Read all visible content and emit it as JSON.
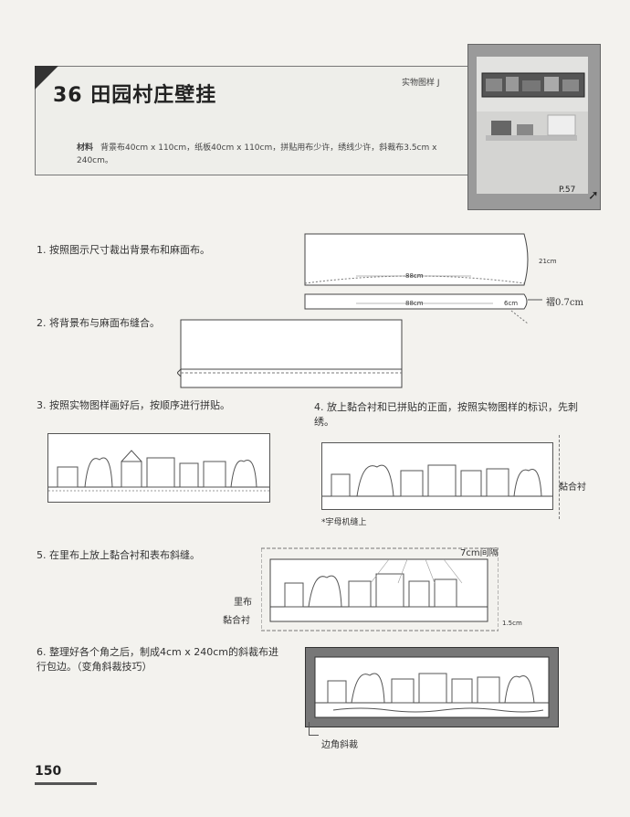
{
  "header": {
    "title": "36 田园村庄壁挂",
    "ref_label": "实物图样 J",
    "materials_label": "材料",
    "materials_text": "背景布40cm x 110cm，纸板40cm x 110cm，拼贴用布少许，绣线少许，斜裁布3.5cm x 240cm。"
  },
  "photo": {
    "page_ref": "P.57"
  },
  "steps": [
    {
      "text": "1. 按照图示尺寸裁出背景布和麻面布。"
    },
    {
      "text": "2. 将背景布与麻面布缝合。"
    },
    {
      "text": "3. 按照实物图样画好后，按顺序进行拼贴。"
    },
    {
      "text": "4. 放上黏合衬和已拼贴的正面，按照实物图样的标识，先刺绣。"
    },
    {
      "text": "5. 在里布上放上黏合衬和表布斜缝。"
    },
    {
      "text": "6. 整理好各个角之后，制成4cm x 240cm的斜裁布进行包边。（变角斜裁技巧）"
    }
  ],
  "diagram1": {
    "height_label": "21cm",
    "width_label_top": "88cm",
    "width_label_bottom": "88cm",
    "side_label": "6cm",
    "seam_label": "褶0.7cm"
  },
  "diagram4": {
    "interfacing_label": "黏合衬",
    "machine_note": "*宇母机缝上"
  },
  "diagram5": {
    "interval_label": "7cm间隔",
    "lining_label": "里布",
    "interfacing_label": "黏合衬",
    "margin_label": "1.5cm"
  },
  "diagram6": {
    "corner_label": "边角斜裁"
  },
  "footer": {
    "page_number": "150"
  }
}
